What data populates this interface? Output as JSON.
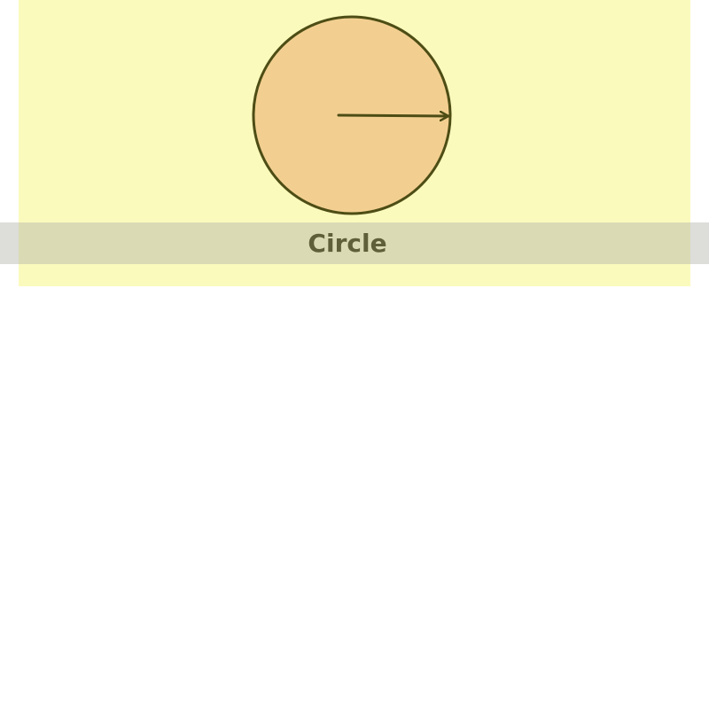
{
  "diagram": {
    "shape": "circle",
    "caption": "Circle",
    "annotation": "radius-arrow",
    "colors": {
      "panel_background": "#fafabd",
      "circle_fill": "#f2cf91",
      "circle_stroke": "#4d4d15",
      "caption_bar": "#d8d8b0",
      "caption_text": "#5f5f3a",
      "page_background": "#ffffff"
    }
  }
}
